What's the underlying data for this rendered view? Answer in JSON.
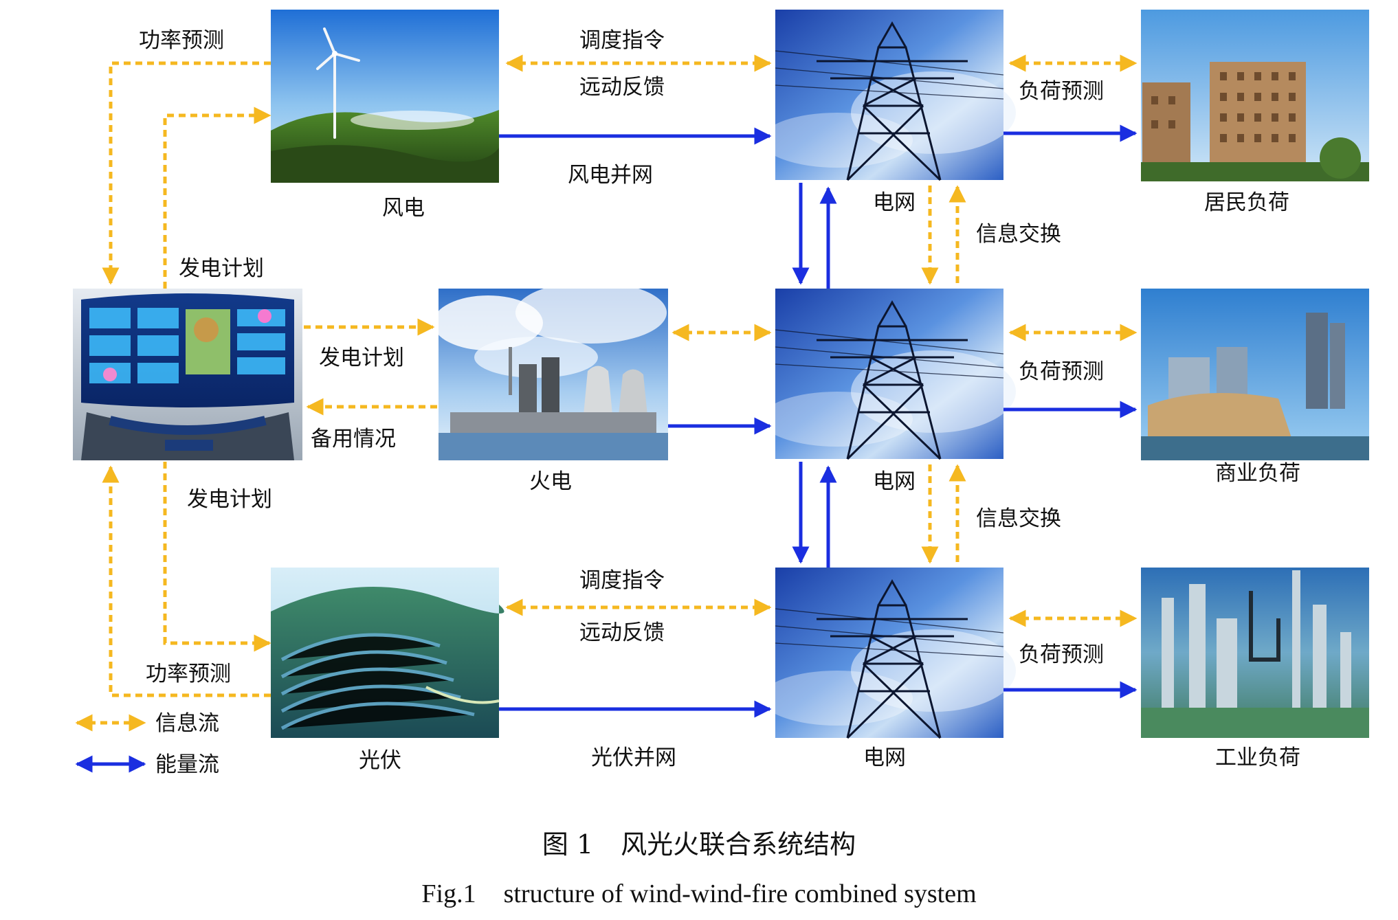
{
  "diagram": {
    "nodes": {
      "wind": {
        "label": "风电"
      },
      "thermal": {
        "label": "火电"
      },
      "pv": {
        "label": "光伏"
      },
      "grid_top": {
        "label": "电网"
      },
      "grid_mid": {
        "label": "电网"
      },
      "grid_bot": {
        "label": "电网"
      },
      "load_res": {
        "label": "居民负荷"
      },
      "load_com": {
        "label": "商业负荷"
      },
      "load_ind": {
        "label": "工业负荷"
      },
      "control": {
        "label": ""
      }
    },
    "edge_labels": {
      "wind_power_forecast": "功率预测",
      "dispatch_top": "调度指令",
      "feedback_top": "远动反馈",
      "wind_grid_connect": "风电并网",
      "load_forecast_top": "负荷预测",
      "gen_plan_top": "发电计划",
      "gen_plan_mid": "发电计划",
      "reserve_status": "备用情况",
      "load_forecast_mid": "负荷预测",
      "info_exchange_top": "信息交换",
      "gen_plan_bottom": "发电计划",
      "info_exchange_bottom": "信息交换",
      "dispatch_bottom": "调度指令",
      "feedback_bottom": "远动反馈",
      "load_forecast_bottom": "负荷预测",
      "pv_power_forecast": "功率预测",
      "pv_grid_connect": "光伏并网"
    },
    "legend": {
      "info_flow": "信息流",
      "energy_flow": "能量流"
    },
    "colors": {
      "info_flow": "#F5B820",
      "energy_flow": "#1A2EE0"
    }
  },
  "caption": {
    "cn_number": "图 1",
    "cn_title": "风光火联合系统结构",
    "en_number": "Fig.1",
    "en_title": "structure of wind-wind-fire combined system"
  }
}
